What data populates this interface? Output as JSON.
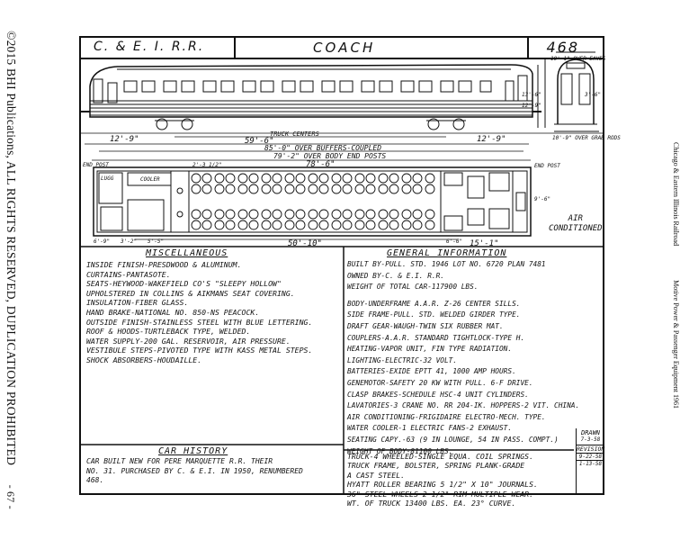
{
  "side_left": {
    "copyright": "©2015 BHI Publications, ALL RIGHTS RESERVED, DUPLICATION PROHIBITED",
    "page": "- 67 -"
  },
  "side_right": {
    "railroad": "Chicago & Eastern Illinois Railroad",
    "book": "Motive Power & Passenger Equipment 1961"
  },
  "header": {
    "railroad": "C. & E. I. R.R.",
    "car_type": "COACH",
    "car_number": "468"
  },
  "dimensions": {
    "end_left": "12'-9\"",
    "truck_centers_label": "TRUCK CENTERS",
    "truck_centers": "59'-6\"",
    "over_buffers": "85'-0\" OVER BUFFERS-COUPLED",
    "end_right": "12'-9\"",
    "over_body": "79'-2\" OVER BODY END POSTS",
    "end_post_left": "END POST",
    "end_post_right": "END POST",
    "inside_length": "78'-6\"",
    "floor_dim": "50'-10\"",
    "right_dim": "15'-1\"",
    "width_dim": "9'-6\"",
    "over_eaves": "10'-1\" OVER EAVES",
    "over_sills": "10'-9\" OVER GRAB RODS",
    "height1": "13'-6\"",
    "height2": "12'-9\"",
    "height3": "3'-6\"",
    "lugg": "LUGG",
    "cooler": "COOLER",
    "vestibule": "6'-6\"",
    "seat_small": "2'-3 1/2\"",
    "left_small": "6'-9\"",
    "left_small2": "3'-2\"",
    "left_small3": "5'-5\""
  },
  "air_conditioned": [
    "AIR",
    "CONDITIONED"
  ],
  "misc": {
    "title": "MISCELLANEOUS",
    "lines": [
      "INSIDE FINISH-PRESDWOOD & ALUMINUM.",
      "CURTAINS-PANTASOTE.",
      "SEATS-HEYWOOD-WAKEFIELD CO'S \"SLEEPY HOLLOW\"",
      "   UPHOLSTERED IN COLLINS & AIKMANS SEAT COVERING.",
      "INSULATION-FIBER GLASS.",
      "HAND BRAKE-NATIONAL NO. 850-NS PEACOCK.",
      "OUTSIDE FINISH-STAINLESS STEEL WITH BLUE LETTERING.",
      "ROOF & HOODS-TURTLEBACK TYPE, WELDED.",
      "WATER SUPPLY-200 GAL. RESERVOIR, AIR PRESSURE.",
      "VESTIBULE STEPS-PIVOTED TYPE WITH KASS METAL STEPS.",
      "SHOCK ABSORBERS-HOUDAILLE."
    ]
  },
  "general": {
    "title": "GENERAL INFORMATION",
    "lines": [
      "BUILT BY-PULL. STD. 1946 LOT NO. 6720  PLAN 7481",
      "OWNED BY-C. & E.I. R.R.",
      "WEIGHT OF TOTAL CAR-117900 LBS.",
      "",
      "BODY-UNDERFRAME A.A.R. Z-26 CENTER SILLS.",
      "SIDE FRAME-PULL. STD. WELDED GIRDER TYPE.",
      "DRAFT GEAR-WAUGH-TWIN SIX RUBBER MAT.",
      "COUPLERS-A.A.R. STANDARD TIGHTLOCK-TYPE H.",
      "HEATING-VAPOR UNIT, FIN TYPE RADIATION.",
      "LIGHTING-ELECTRIC-32 VOLT.",
      "BATTERIES-EXIDE EPTT 41, 1000 AMP HOURS.",
      "GENEMOTOR-SAFETY 20 KW WITH PULL. 6-F DRIVE.",
      "CLASP BRAKES-SCHEDULE HSC-4 UNIT CYLINDERS.",
      "LAVATORIES-3 CRANE NO. RR 204-IK. HOPPERS-2 VIT. CHINA.",
      "AIR CONDITIONING-FRIGIDAIRE ELECTRO-MECH. TYPE.",
      "WATER COOLER-1 ELECTRIC    FANS-2 EXHAUST.",
      "SEATING CAPY.-63 (9 IN LOUNGE, 54 IN PASS. COMPT.)",
      "WEIGHT OF BODY-81100 LBS."
    ]
  },
  "history": {
    "title": "CAR HISTORY",
    "lines": [
      "CAR BUILT NEW FOR PERE MARQUETTE R.R. THEIR",
      "NO. 31. PURCHASED BY C. & E.I. IN 1950, RENUMBERED",
      "468."
    ]
  },
  "truck": {
    "lines": [
      "TRUCK-4 WHEELED-SINGLE EQUA. COIL SPRINGS.",
      "TRUCK FRAME, BOLSTER, SPRING PLANK-GRADE",
      "      A CAST STEEL.",
      "HYATT ROLLER BEARING 5 1/2\" X 10\" JOURNALS.",
      "36\" STEEL WHEELS 2 1/2\" RIM MULTIPLE WEAR.",
      "WT. OF TRUCK 13400 LBS. EA.      23° CURVE."
    ]
  },
  "revision": {
    "drawn_label": "DRAWN",
    "drawn_date": "7-3-58",
    "revision_label": "REVISION",
    "rev1": "9-22-58",
    "rev2": "1-13-58"
  }
}
